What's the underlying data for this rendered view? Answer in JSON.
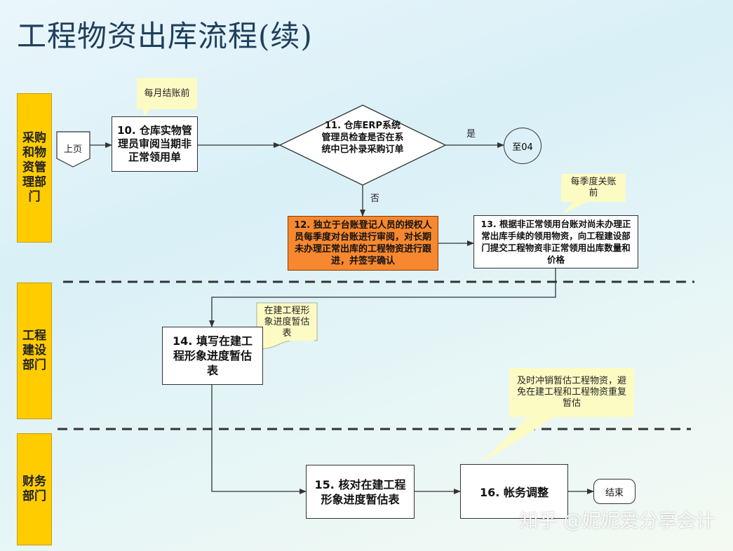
{
  "title": "工程物资出库流程(续)",
  "lanes": {
    "procurement": "采购和物资管理部门",
    "engineering": "工程建设部门",
    "finance": "财务部门"
  },
  "nodes": {
    "prev_page": "上页",
    "step10": "10. 仓库实物管理员审阅当期非正常领用单",
    "step11": "11. 仓库ERP系统管理员检查是否在系统中已补录采购订单",
    "to04": "至04",
    "step12": "12. 独立于台账登记人员的授权人员每季度对台账进行审阅，对长期未办理正常出库的工程物资进行跟进，并签字确认",
    "step13": "13. 根据非正常领用台账对尚未办理正常出库手续的领用物资，向工程建设部门提交工程物资非正常领用出库数量和价格",
    "step14": "14. 填写在建工程形象进度暂估表",
    "step15": "15. 核对在建工程形象进度暂估表",
    "step16": "16. 帐务调整",
    "end": "结束"
  },
  "edge_labels": {
    "yes": "是",
    "no": "否"
  },
  "notes": {
    "monthly": "每月结账前",
    "quarterly": "每季度关账前",
    "progress_doc": "在建工程形象进度暂估表",
    "offset": "及时冲销暂估工程物资，避免在建工程和工程物资重复暂估"
  },
  "watermark": "知乎 @妮妮爱分享会计",
  "colors": {
    "lane": "#ffcc00",
    "highlight": "#f7882f",
    "note": "#fdfbc4"
  }
}
